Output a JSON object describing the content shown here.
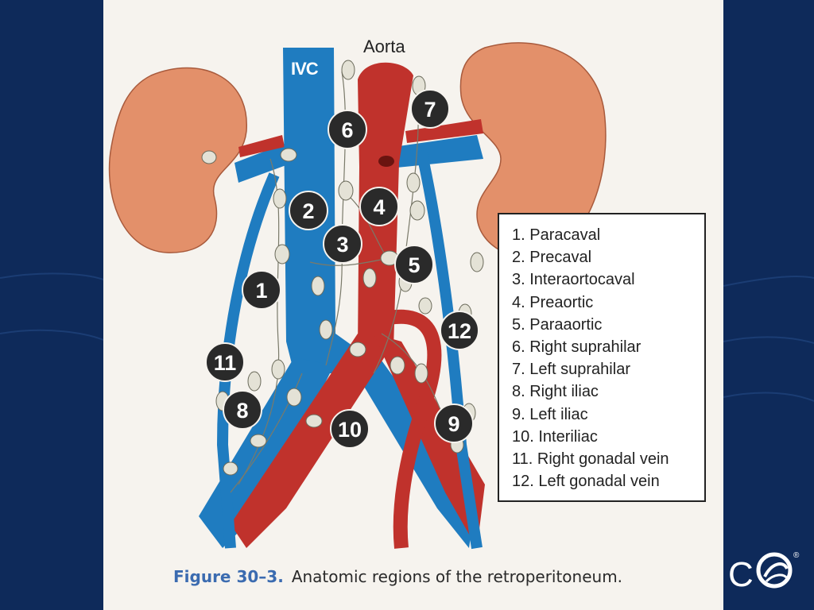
{
  "diagram": {
    "top_labels": {
      "aorta": "Aorta",
      "ivc": "IVC"
    },
    "badges": [
      "1",
      "2",
      "3",
      "4",
      "5",
      "6",
      "7",
      "8",
      "9",
      "10",
      "11",
      "12"
    ],
    "legend": [
      "1. Paracaval",
      "2. Precaval",
      "3. Interaortocaval",
      "4. Preaortic",
      "5. Paraaortic",
      "6. Right suprahilar",
      "7. Left suprahilar",
      "8. Right iliac",
      "9. Left iliac",
      "10. Interiliac",
      "11. Right gonadal vein",
      "12. Left gonadal vein"
    ],
    "caption": {
      "figure_number": "Figure 30–3.",
      "text": "Anatomic regions of the retroperitoneum."
    }
  },
  "colors": {
    "vein_blue": "#1f7cc0",
    "artery_red": "#c0322c",
    "kidney": "#e3906a",
    "node": "#e4e2d6",
    "badge": "#2a2a2a",
    "slide_bg": "#0e2a5a"
  },
  "logo": {
    "glyph": "®"
  }
}
